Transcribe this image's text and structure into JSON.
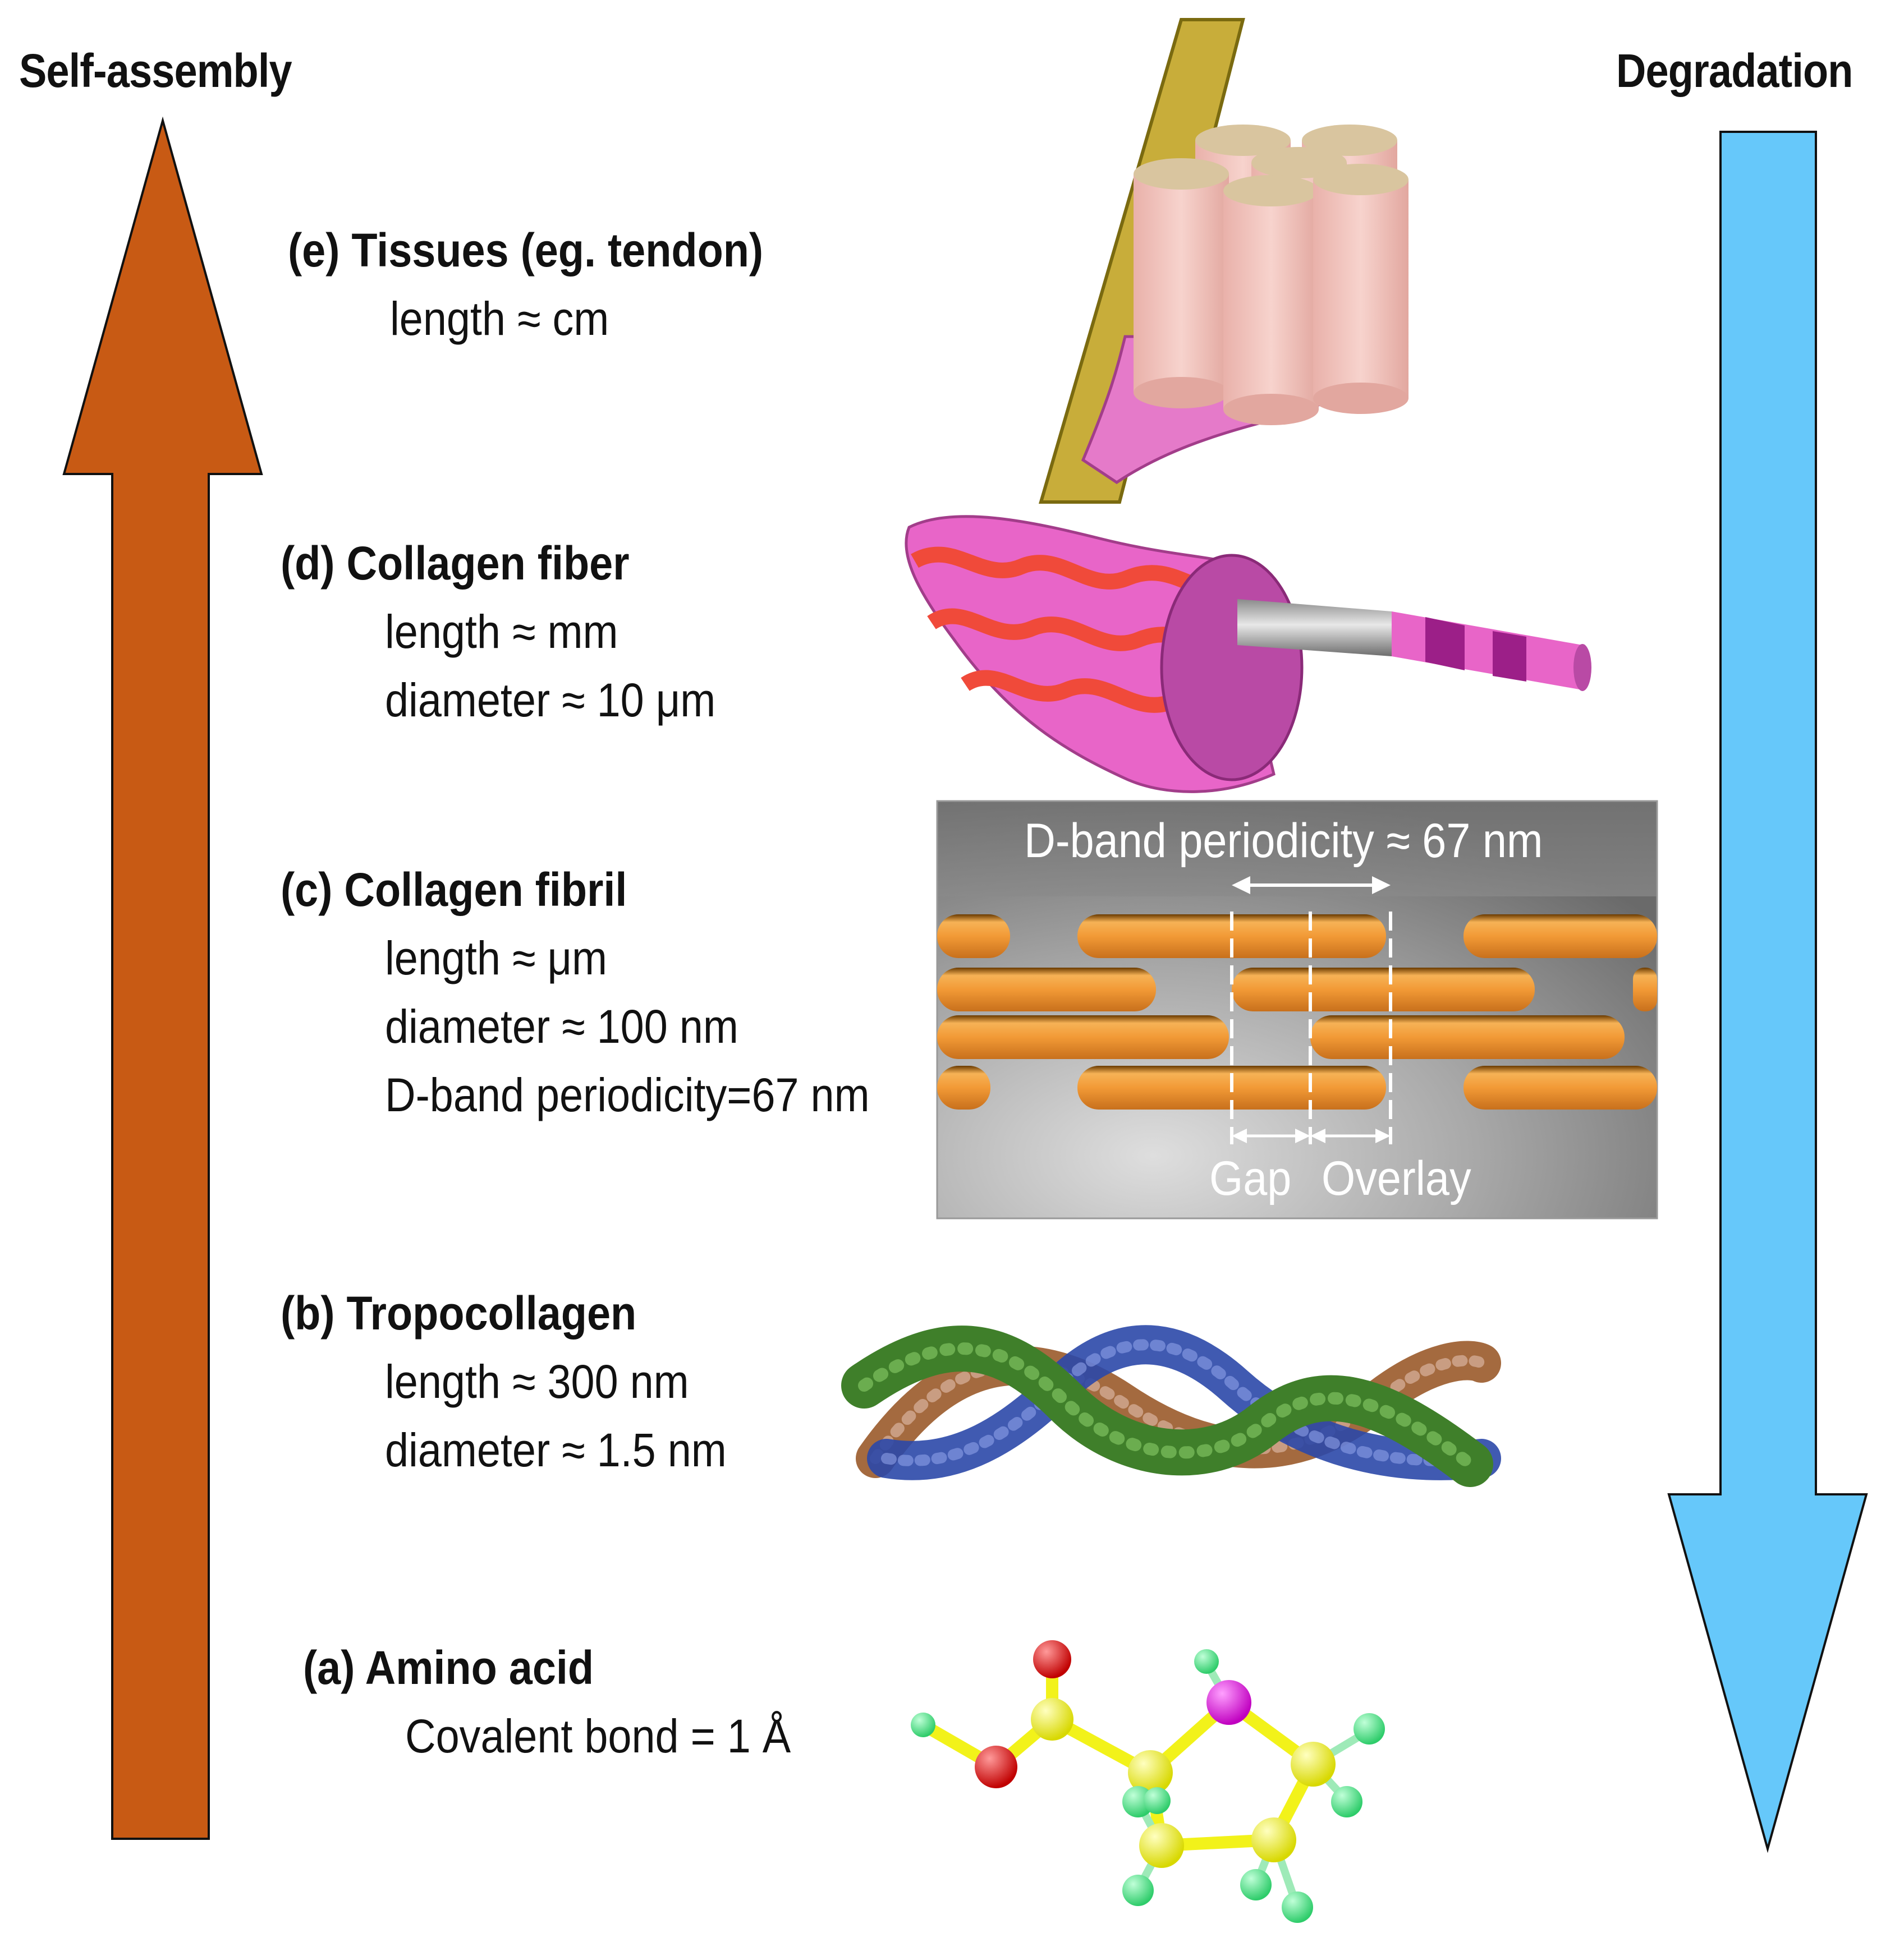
{
  "left_arrow": {
    "label": "Self-assembly",
    "color": "#C85A14"
  },
  "right_arrow": {
    "label": "Degradation",
    "color": "#66C8FA"
  },
  "levels": [
    {
      "id": "e",
      "title": "(e) Tissues (eg. tendon)",
      "lines": [
        "length ≈ cm"
      ]
    },
    {
      "id": "d",
      "title": "(d) Collagen fiber",
      "lines": [
        "length ≈ mm",
        "diameter ≈ 10 μm"
      ]
    },
    {
      "id": "c",
      "title": "(c) Collagen fibril",
      "lines": [
        "length ≈ μm",
        "diameter ≈ 100 nm",
        "D-band periodicity=67 nm"
      ]
    },
    {
      "id": "b",
      "title": "(b) Tropocollagen",
      "lines": [
        "length ≈ 300 nm",
        "diameter ≈ 1.5 nm"
      ]
    },
    {
      "id": "a",
      "title": "(a) Amino acid",
      "lines": [
        "Covalent bond = 1 Å"
      ]
    }
  ],
  "fibril_panel": {
    "periodicity_label": "D-band periodicity ≈ 67 nm",
    "gap_label": "Gap",
    "overlay_label": "Overlay"
  },
  "colors": {
    "rod": "#F0A040",
    "fiber_pink": "#E865C8",
    "fiber_wave": "#F04A3A",
    "fascicle": "#F3C6C0",
    "tendon_sheath": "#C8AD3A",
    "helix_green": "#3F7F2A",
    "helix_blue": "#2B48A8",
    "helix_brown": "#9A5A2A"
  },
  "molecule_atoms": {
    "oxygen": "#E21A1A",
    "carbon": "#F2F21A",
    "nitrogen": "#E81AE8",
    "hydrogen": "#4FE88A"
  }
}
